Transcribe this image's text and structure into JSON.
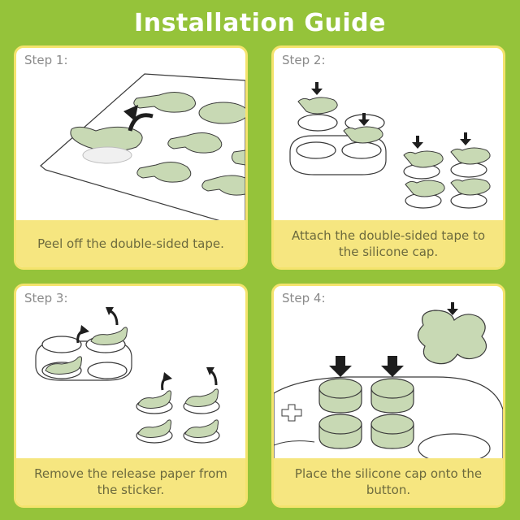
{
  "title": "Installation Guide",
  "steps": [
    {
      "label": "Step 1:",
      "caption": "Peel off the double-sided tape."
    },
    {
      "label": "Step 2:",
      "caption": "Attach the double-sided tape to the silicone cap."
    },
    {
      "label": "Step 3:",
      "caption": "Remove the release paper from the sticker."
    },
    {
      "label": "Step 4:",
      "caption": "Place the silicone cap onto the button."
    }
  ],
  "colors": {
    "background": "#95c33a",
    "card_border": "#f4e36d",
    "caption_band": "#f6e680",
    "caption_text": "#6c6a3d",
    "tape_green": "#c8d9b4",
    "line": "#3a3a3a"
  }
}
